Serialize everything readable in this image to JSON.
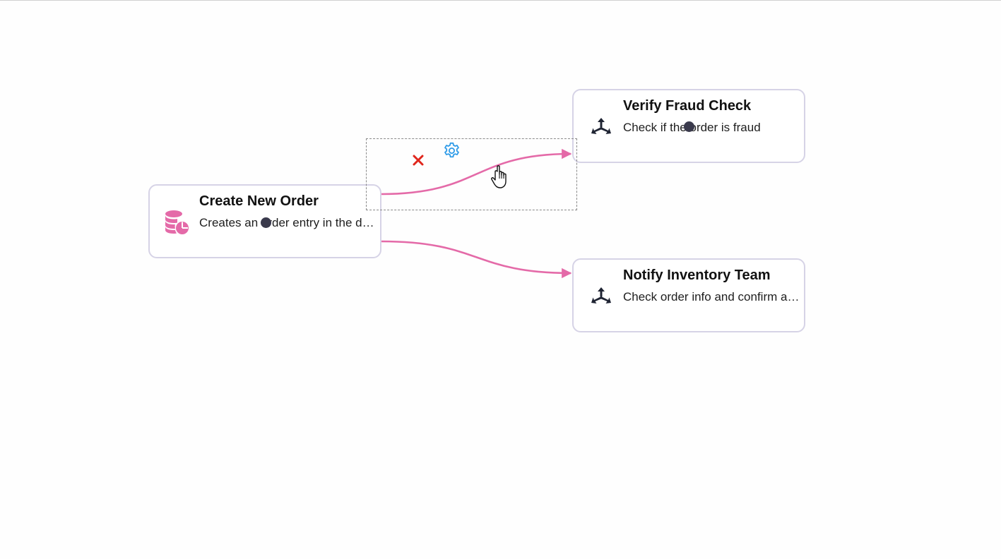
{
  "nodes": {
    "create_order": {
      "title": "Create New Order",
      "description": "Creates an order entry in the database",
      "icon": "database-chart-icon"
    },
    "verify_fraud": {
      "title": "Verify Fraud Check",
      "description": "Check if the order is fraud",
      "icon": "merge-arrows-icon"
    },
    "notify_inventory": {
      "title": "Notify Inventory Team",
      "description": "Check order info and confirm availability",
      "icon": "merge-arrows-icon"
    }
  },
  "edges": [
    {
      "from": "Create New Order",
      "to": "Verify Fraud Check",
      "selected": true
    },
    {
      "from": "Create New Order",
      "to": "Notify Inventory Team",
      "selected": false
    }
  ],
  "edge_toolbar": {
    "delete_icon": "close-x-icon",
    "settings_icon": "gear-icon"
  },
  "colors": {
    "edge": "#e46aa8",
    "node_border": "#d6d3e6",
    "delete": "#e0261c",
    "settings": "#2e9be8",
    "node_icon_dark": "#1f2433",
    "node_icon_pink": "#e46aa8"
  },
  "cursor": "hand-pointer-icon"
}
